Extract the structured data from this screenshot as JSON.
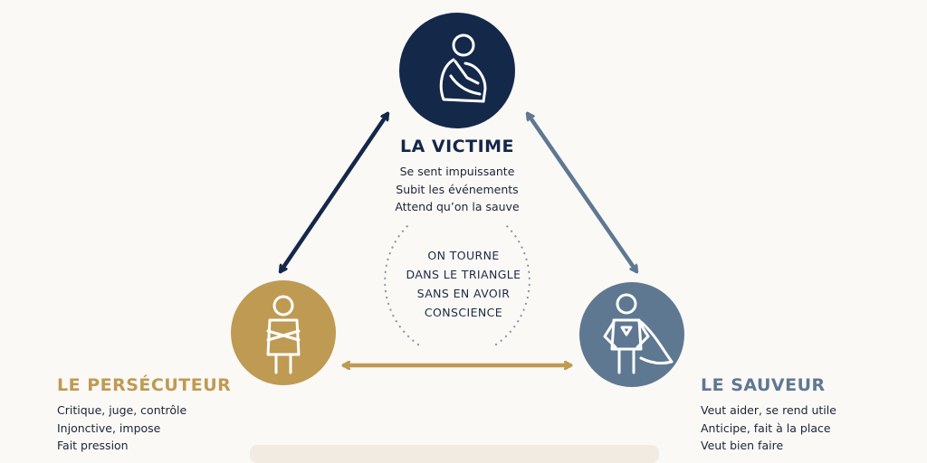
{
  "colors": {
    "victime": "#14284a",
    "persecuteur": "#bf9a52",
    "sauveur": "#5f7892",
    "background": "#fbf9f6",
    "text": "#1b2536",
    "dots": "#8c94a3"
  },
  "victime": {
    "title": "LA VICTIME",
    "lines": [
      "Se sent impuissante",
      "Subit les événements",
      "Attend qu’on la sauve"
    ],
    "icon": "person-hugging-knees-icon"
  },
  "persecuteur": {
    "title": "LE PERSÉCUTEUR",
    "lines": [
      "Critique, juge, contrôle",
      "Injonctive, impose",
      "Fait pression"
    ],
    "icon": "person-arms-crossed-icon"
  },
  "sauveur": {
    "title": "LE SAUVEUR",
    "lines": [
      "Veut aider, se rend utile",
      "Anticipe, fait à la place",
      "Veut bien faire"
    ],
    "icon": "superhero-cape-icon"
  },
  "center": {
    "lines": [
      "ON TOURNE",
      "DANS LE TRIANGLE",
      "SANS EN AVOIR",
      "CONSCIENCE"
    ]
  }
}
